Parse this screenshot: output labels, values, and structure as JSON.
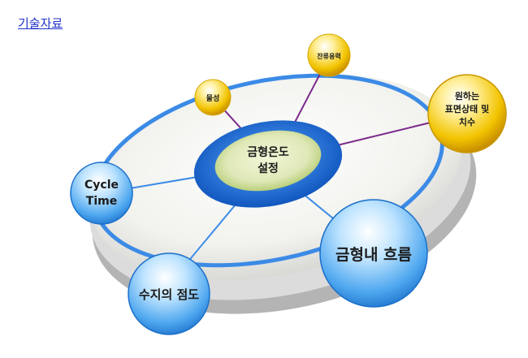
{
  "header": {
    "link_label": "기술자료"
  },
  "diagram": {
    "center": {
      "line1": "금형온도",
      "line2": "설정"
    },
    "nodes": {
      "small_left": "물성",
      "small_top": "잔류응력",
      "right": {
        "line1": "원하는",
        "line2": "표면상태 및",
        "line3": "치수"
      },
      "left": {
        "line1": "Cycle",
        "line2": "Time"
      },
      "bottom_left": "수지의 점도",
      "bottom_right": "금형내 흐름"
    },
    "colors": {
      "blue_ring": "#2f7fe0",
      "purple_link": "#7a2a8a",
      "yellow": "#f2c400",
      "blue_node": "#5ab0f0"
    }
  }
}
